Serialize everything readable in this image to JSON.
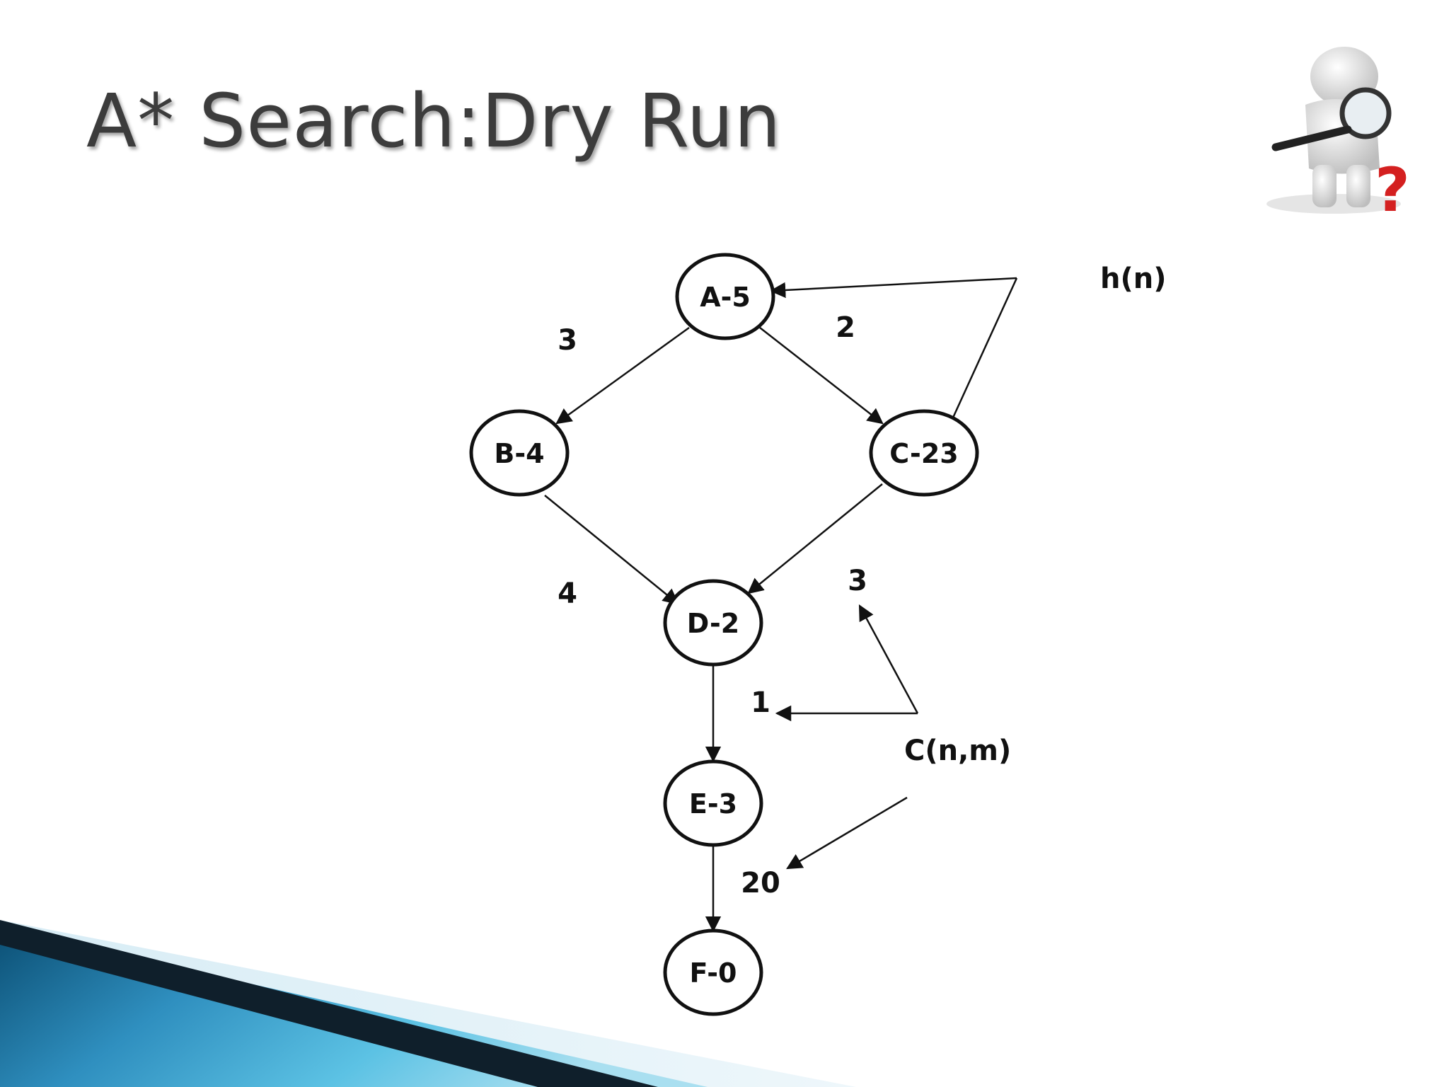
{
  "slide": {
    "title": "A* Search:Dry Run"
  },
  "legend": {
    "heuristic": "h(n)",
    "cost": "C(n,m)"
  },
  "graph": {
    "nodes": [
      {
        "id": "A",
        "label": "A-5"
      },
      {
        "id": "B",
        "label": "B-4"
      },
      {
        "id": "C",
        "label": "C-23"
      },
      {
        "id": "D",
        "label": "D-2"
      },
      {
        "id": "E",
        "label": "E-3"
      },
      {
        "id": "F",
        "label": "F-0"
      }
    ],
    "edges": [
      {
        "from": "A",
        "to": "B",
        "cost": "3"
      },
      {
        "from": "A",
        "to": "C",
        "cost": "2"
      },
      {
        "from": "B",
        "to": "D",
        "cost": "4"
      },
      {
        "from": "C",
        "to": "D",
        "cost": "3"
      },
      {
        "from": "D",
        "to": "E",
        "cost": "1"
      },
      {
        "from": "E",
        "to": "F",
        "cost": "20"
      }
    ]
  },
  "colors": {
    "stroke": "#111111",
    "title": "#3c3c3c",
    "ribbon_dark": "#0b3d5c",
    "ribbon_light": "#4db6da"
  }
}
